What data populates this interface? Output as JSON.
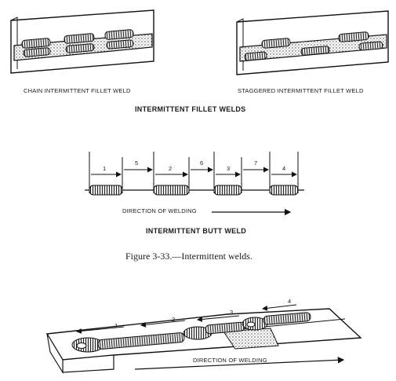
{
  "top": {
    "left_caption": "CHAIN INTERMITTENT FILLET WELD",
    "right_caption": "STAGGERED INTERMITTENT FILLET WELD",
    "heading": "INTERMITTENT FILLET WELDS"
  },
  "butt": {
    "segments": [
      "1",
      "5",
      "2",
      "6",
      "3",
      "7",
      "4"
    ],
    "direction_label": "DIRECTION OF WELDING",
    "heading": "INTERMITTENT BUTT WELD"
  },
  "figure_caption": "Figure 3-33.—Intermittent welds.",
  "bottom": {
    "numbers": [
      "1",
      "2",
      "3",
      "4"
    ],
    "direction_label": "DIRECTION OF WELDING"
  }
}
